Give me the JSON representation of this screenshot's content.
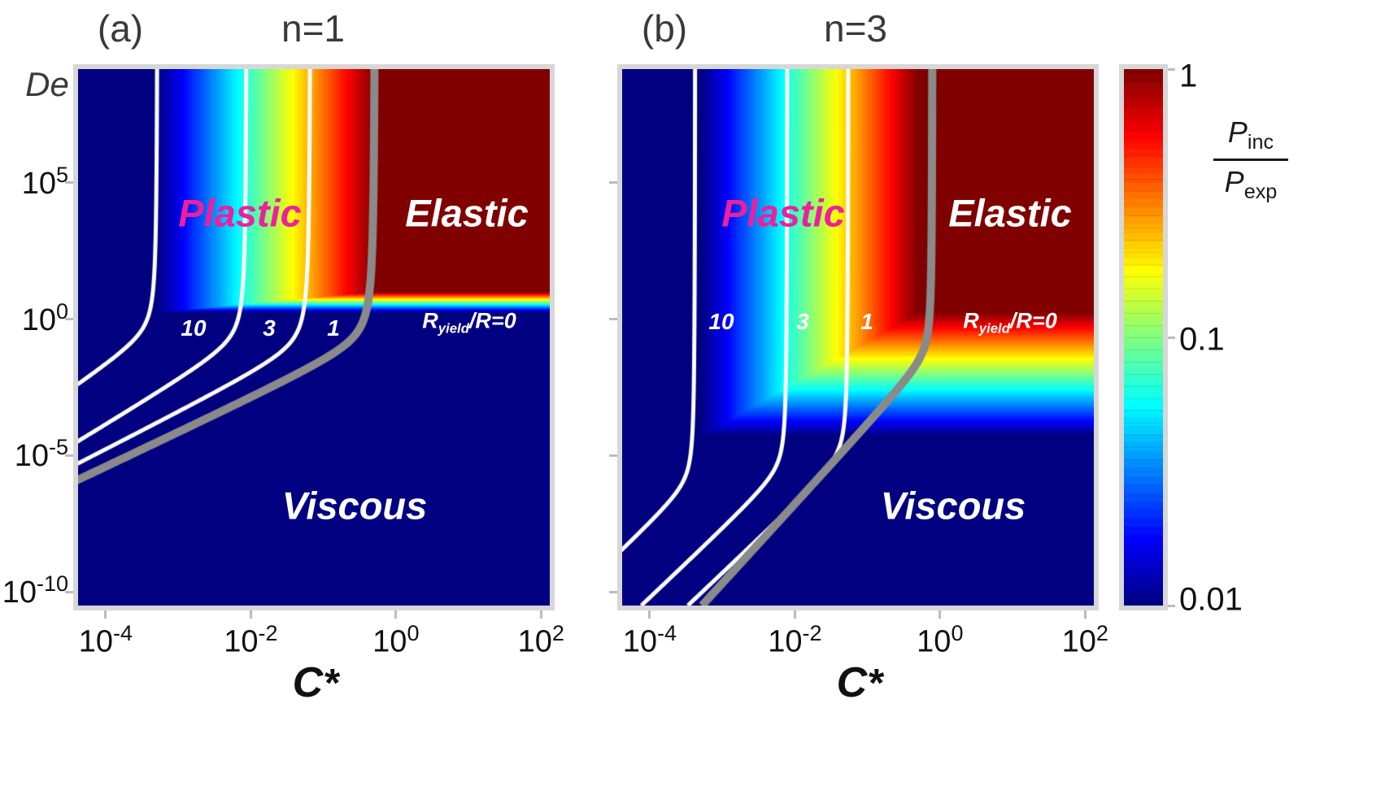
{
  "figure": {
    "panels": {
      "a": {
        "index_label": "(a)",
        "title": "n=1"
      },
      "b": {
        "index_label": "(b)",
        "title": "n=3"
      }
    },
    "y_axis_label": "De",
    "x_axis_label_main": "C",
    "x_axis_label_sup": "*"
  },
  "labels": {
    "plastic": "Plastic",
    "elastic": "Elastic",
    "viscous": "Viscous",
    "contour_10": "10",
    "contour_3": "3",
    "contour_1": "1",
    "ryield_r": "R",
    "ryield_sub": "yield",
    "ryield_rest": "/R=0"
  },
  "colorbar": {
    "top_label": "1",
    "mid_label": "0.1",
    "bottom_label": "0.01",
    "num_main": "P",
    "num_sub": "inc",
    "den_main": "P",
    "den_sub": "exp"
  },
  "colors": {
    "plastic_label": "#ee1f9f",
    "region_label_white": "#ffffff",
    "contour_white": "#ffffff",
    "boundary_gray": "#8a8a8a",
    "frame_gray": "#d7d7d7",
    "heat_low": "#00008f",
    "heat_high": "#8b0000"
  },
  "chart_data": {
    "type": "heatmap",
    "colormap": "jet",
    "tick_base": "10",
    "x_axis": {
      "label": "C*",
      "scale": "log10",
      "tick_exponents": [
        -4,
        -2,
        0,
        2
      ],
      "range_log10": [
        -4.38,
        2.12
      ]
    },
    "y_axis": {
      "label": "De",
      "scale": "log10",
      "tick_exponents": [
        5,
        0,
        -5,
        -10
      ],
      "range_log10": [
        9.17,
        -10.5
      ]
    },
    "value_axis": {
      "label": "Pinc/Pexp",
      "scale": "log10",
      "range": [
        0.01,
        1
      ],
      "tick_labels": [
        "1",
        "0.1",
        "0.01"
      ]
    },
    "value_model": "level = min(rampC(log10 C*), rampDe(log10 De)); level 0 maps to ratio 0.01 (dark blue), level 1 maps to ratio 1 (dark red), jet colormap on log scale",
    "panels": [
      {
        "id": "a",
        "title": "n=1",
        "regions": [
          "Plastic",
          "Elastic",
          "Viscous"
        ],
        "ramp_logC": [
          -3.3,
          -0.3
        ],
        "ramp_logDe": [
          0.25,
          1.0
        ],
        "contours": [
          {
            "level": "Ryield/R=10",
            "label": "10",
            "logC_top": -3.28,
            "bend_logDe": -0.5,
            "slope": 1.8,
            "color": "#ffffff",
            "width": 5
          },
          {
            "level": "Ryield/R=3",
            "label": "3",
            "logC_top": -2.05,
            "bend_logDe": -0.8,
            "slope": 1.6,
            "color": "#ffffff",
            "width": 5
          },
          {
            "level": "Ryield/R=1",
            "label": "1",
            "logC_top": -1.17,
            "bend_logDe": -1.0,
            "slope": 1.35,
            "color": "#ffffff",
            "width": 5
          },
          {
            "level": "Ryield/R=0",
            "label": "Ryield/R=0",
            "logC_top": -0.28,
            "bend_logDe": -0.8,
            "slope": 1.25,
            "color": "#8a8a8a",
            "width": 10
          }
        ]
      },
      {
        "id": "b",
        "title": "n=3",
        "regions": [
          "Plastic",
          "Elastic",
          "Viscous"
        ],
        "ramp_logC": [
          -3.3,
          -0.3
        ],
        "ramp_logDe": [
          -4.3,
          0.25
        ],
        "contours": [
          {
            "level": "Ryield/R=10",
            "label": "10",
            "logC_top": -3.37,
            "bend_logDe": -6.0,
            "slope": 2.5,
            "color": "#ffffff",
            "width": 5
          },
          {
            "level": "Ryield/R=3",
            "label": "3",
            "logC_top": -2.1,
            "bend_logDe": -5.5,
            "slope": 2.5,
            "color": "#ffffff",
            "width": 5
          },
          {
            "level": "Ryield/R=1",
            "label": "1",
            "logC_top": -1.26,
            "bend_logDe": -5.0,
            "slope": 2.5,
            "color": "#ffffff",
            "width": 5
          },
          {
            "level": "Ryield/R=0",
            "label": "Ryield/R=0",
            "logC_top": -0.1,
            "bend_logDe": -1.3,
            "slope": 2.9,
            "color": "#8a8a8a",
            "width": 10
          }
        ]
      }
    ]
  }
}
